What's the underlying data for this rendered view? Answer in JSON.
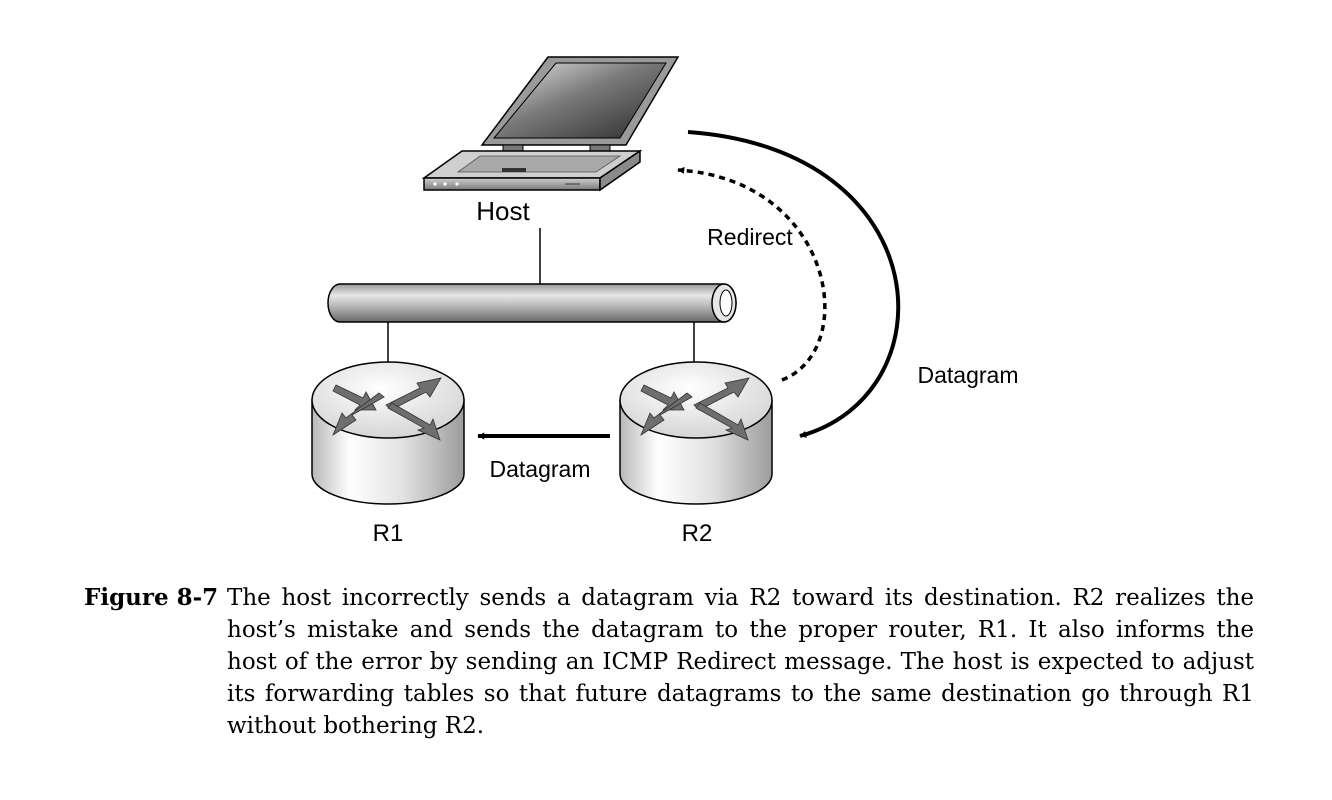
{
  "diagram": {
    "nodes": {
      "host": "Host",
      "r1": "R1",
      "r2": "R2"
    },
    "edges": {
      "host_to_r2": "Datagram",
      "r2_to_r1": "Datagram",
      "r2_to_host": "Redirect"
    }
  },
  "caption": {
    "label": "Figure 8-7",
    "text": "The host incorrectly sends a datagram via R2 toward its destination. R2 realizes the host’s mistake and sends the datagram to the proper router, R1. It also informs the host of the error by sending an ICMP Redirect message. The host is expected to adjust its forwarding tables so that future datagrams to the same destination go through R1 without bothering R2."
  }
}
